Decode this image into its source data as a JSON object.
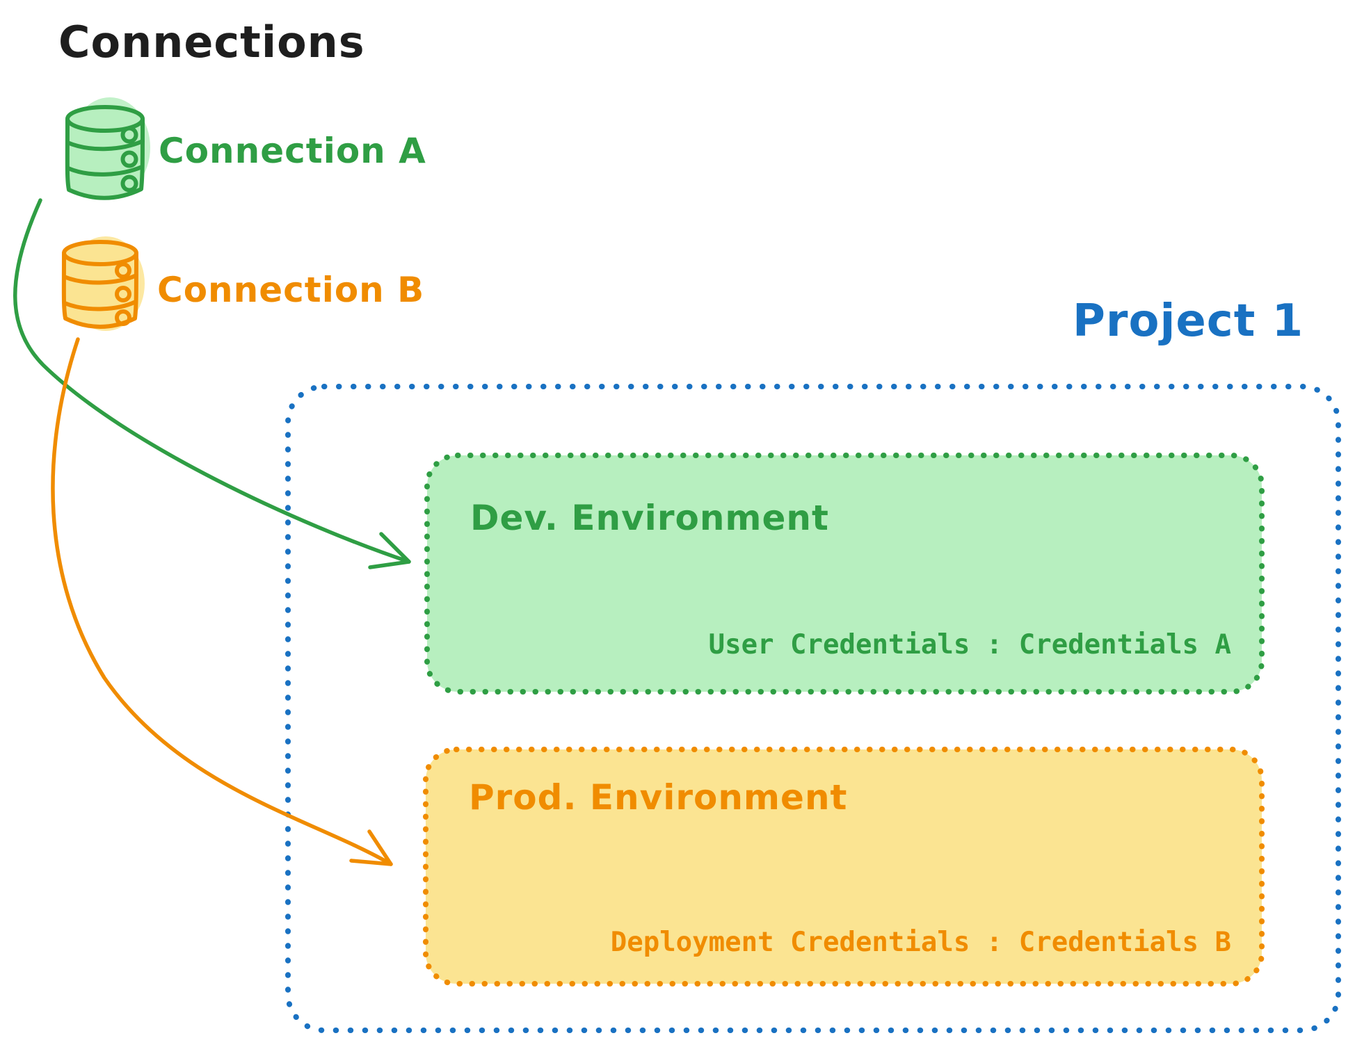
{
  "canvas": {
    "background": "#ffffff"
  },
  "colors": {
    "text_black": "#1e1e1e",
    "green_stroke": "#2f9e44",
    "green_fill": "#b7efbf",
    "orange_stroke": "#f08c00",
    "orange_fill": "#fbe492",
    "blue_stroke": "#1971c2"
  },
  "connections": {
    "title": "Connections",
    "items": [
      {
        "id": "connection-a",
        "label": "Connection A",
        "color": "#2f9e44",
        "icon": "database-icon"
      },
      {
        "id": "connection-b",
        "label": "Connection B",
        "color": "#f08c00",
        "icon": "database-icon"
      }
    ]
  },
  "project": {
    "title": "Project 1",
    "color": "#1971c2",
    "environments": [
      {
        "id": "dev",
        "title": "Dev. Environment",
        "credentials_label": "User Credentials : Credentials A",
        "stroke": "#2f9e44",
        "fill": "#b7efbf"
      },
      {
        "id": "prod",
        "title": "Prod. Environment",
        "credentials_label": "Deployment Credentials : Credentials B",
        "stroke": "#f08c00",
        "fill": "#fbe492"
      }
    ]
  },
  "arrows": [
    {
      "id": "connection-a-to-dev-environment",
      "color": "#2f9e44"
    },
    {
      "id": "connection-b-to-prod-environment",
      "color": "#f08c00"
    }
  ]
}
